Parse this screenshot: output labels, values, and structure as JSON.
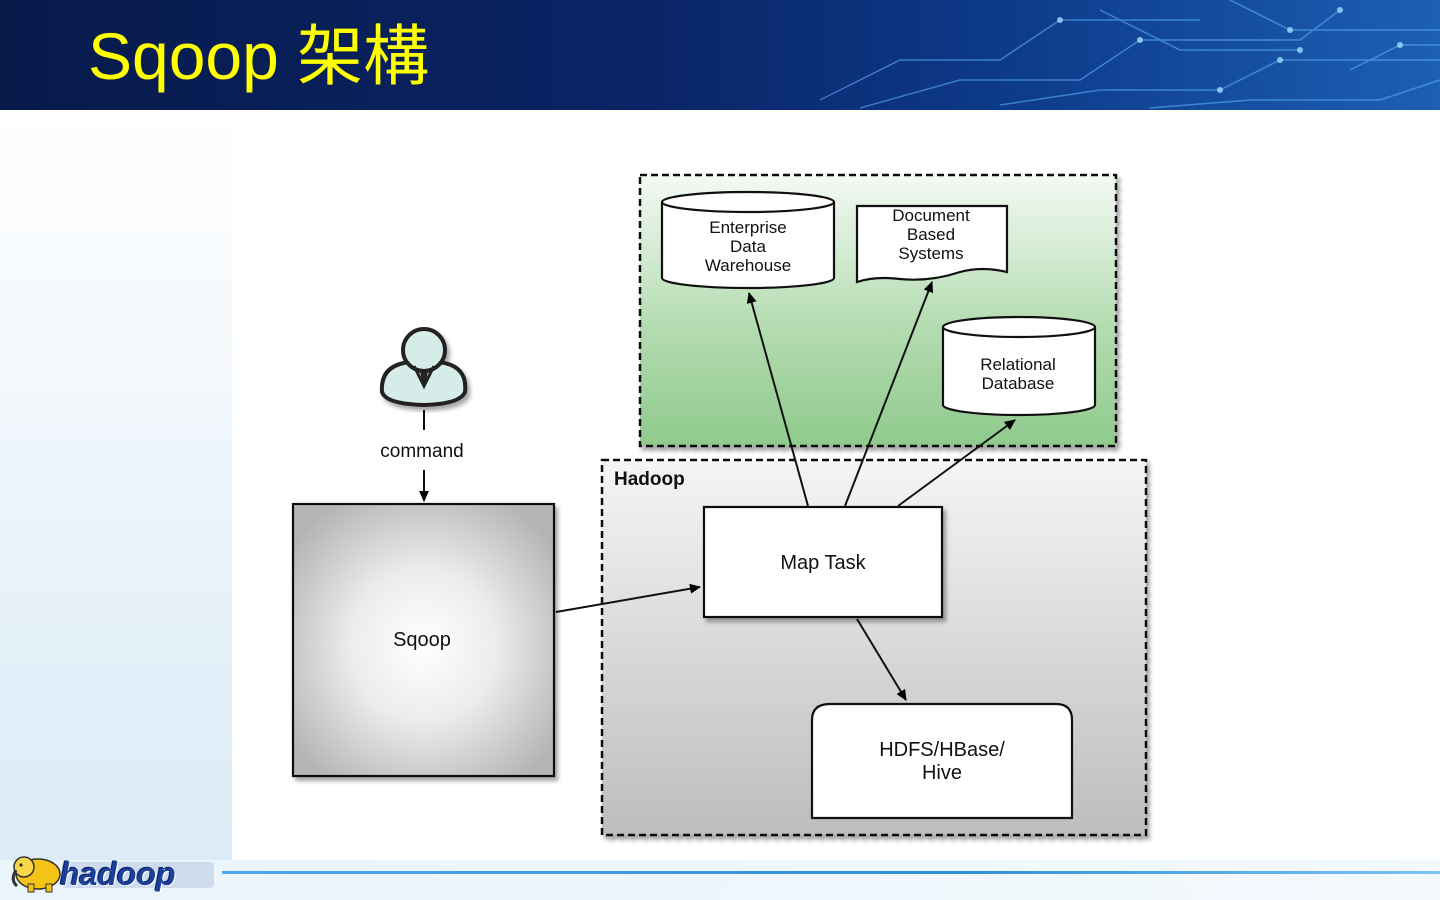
{
  "slide": {
    "title": "Sqoop 架構"
  },
  "diagram": {
    "user_label": "command",
    "sqoop_label": "Sqoop",
    "hadoop_label": "Hadoop",
    "map_task_label": "Map Task",
    "hdfs_label_line1": "HDFS/HBase/",
    "hdfs_label_line2": "Hive",
    "edw_line1": "Enterprise",
    "edw_line2": "Data",
    "edw_line3": "Warehouse",
    "doc_line1": "Document",
    "doc_line2": "Based",
    "doc_line3": "Systems",
    "rdb_line1": "Relational",
    "rdb_line2": "Database"
  },
  "footer": {
    "logo_text": "hadoop"
  }
}
